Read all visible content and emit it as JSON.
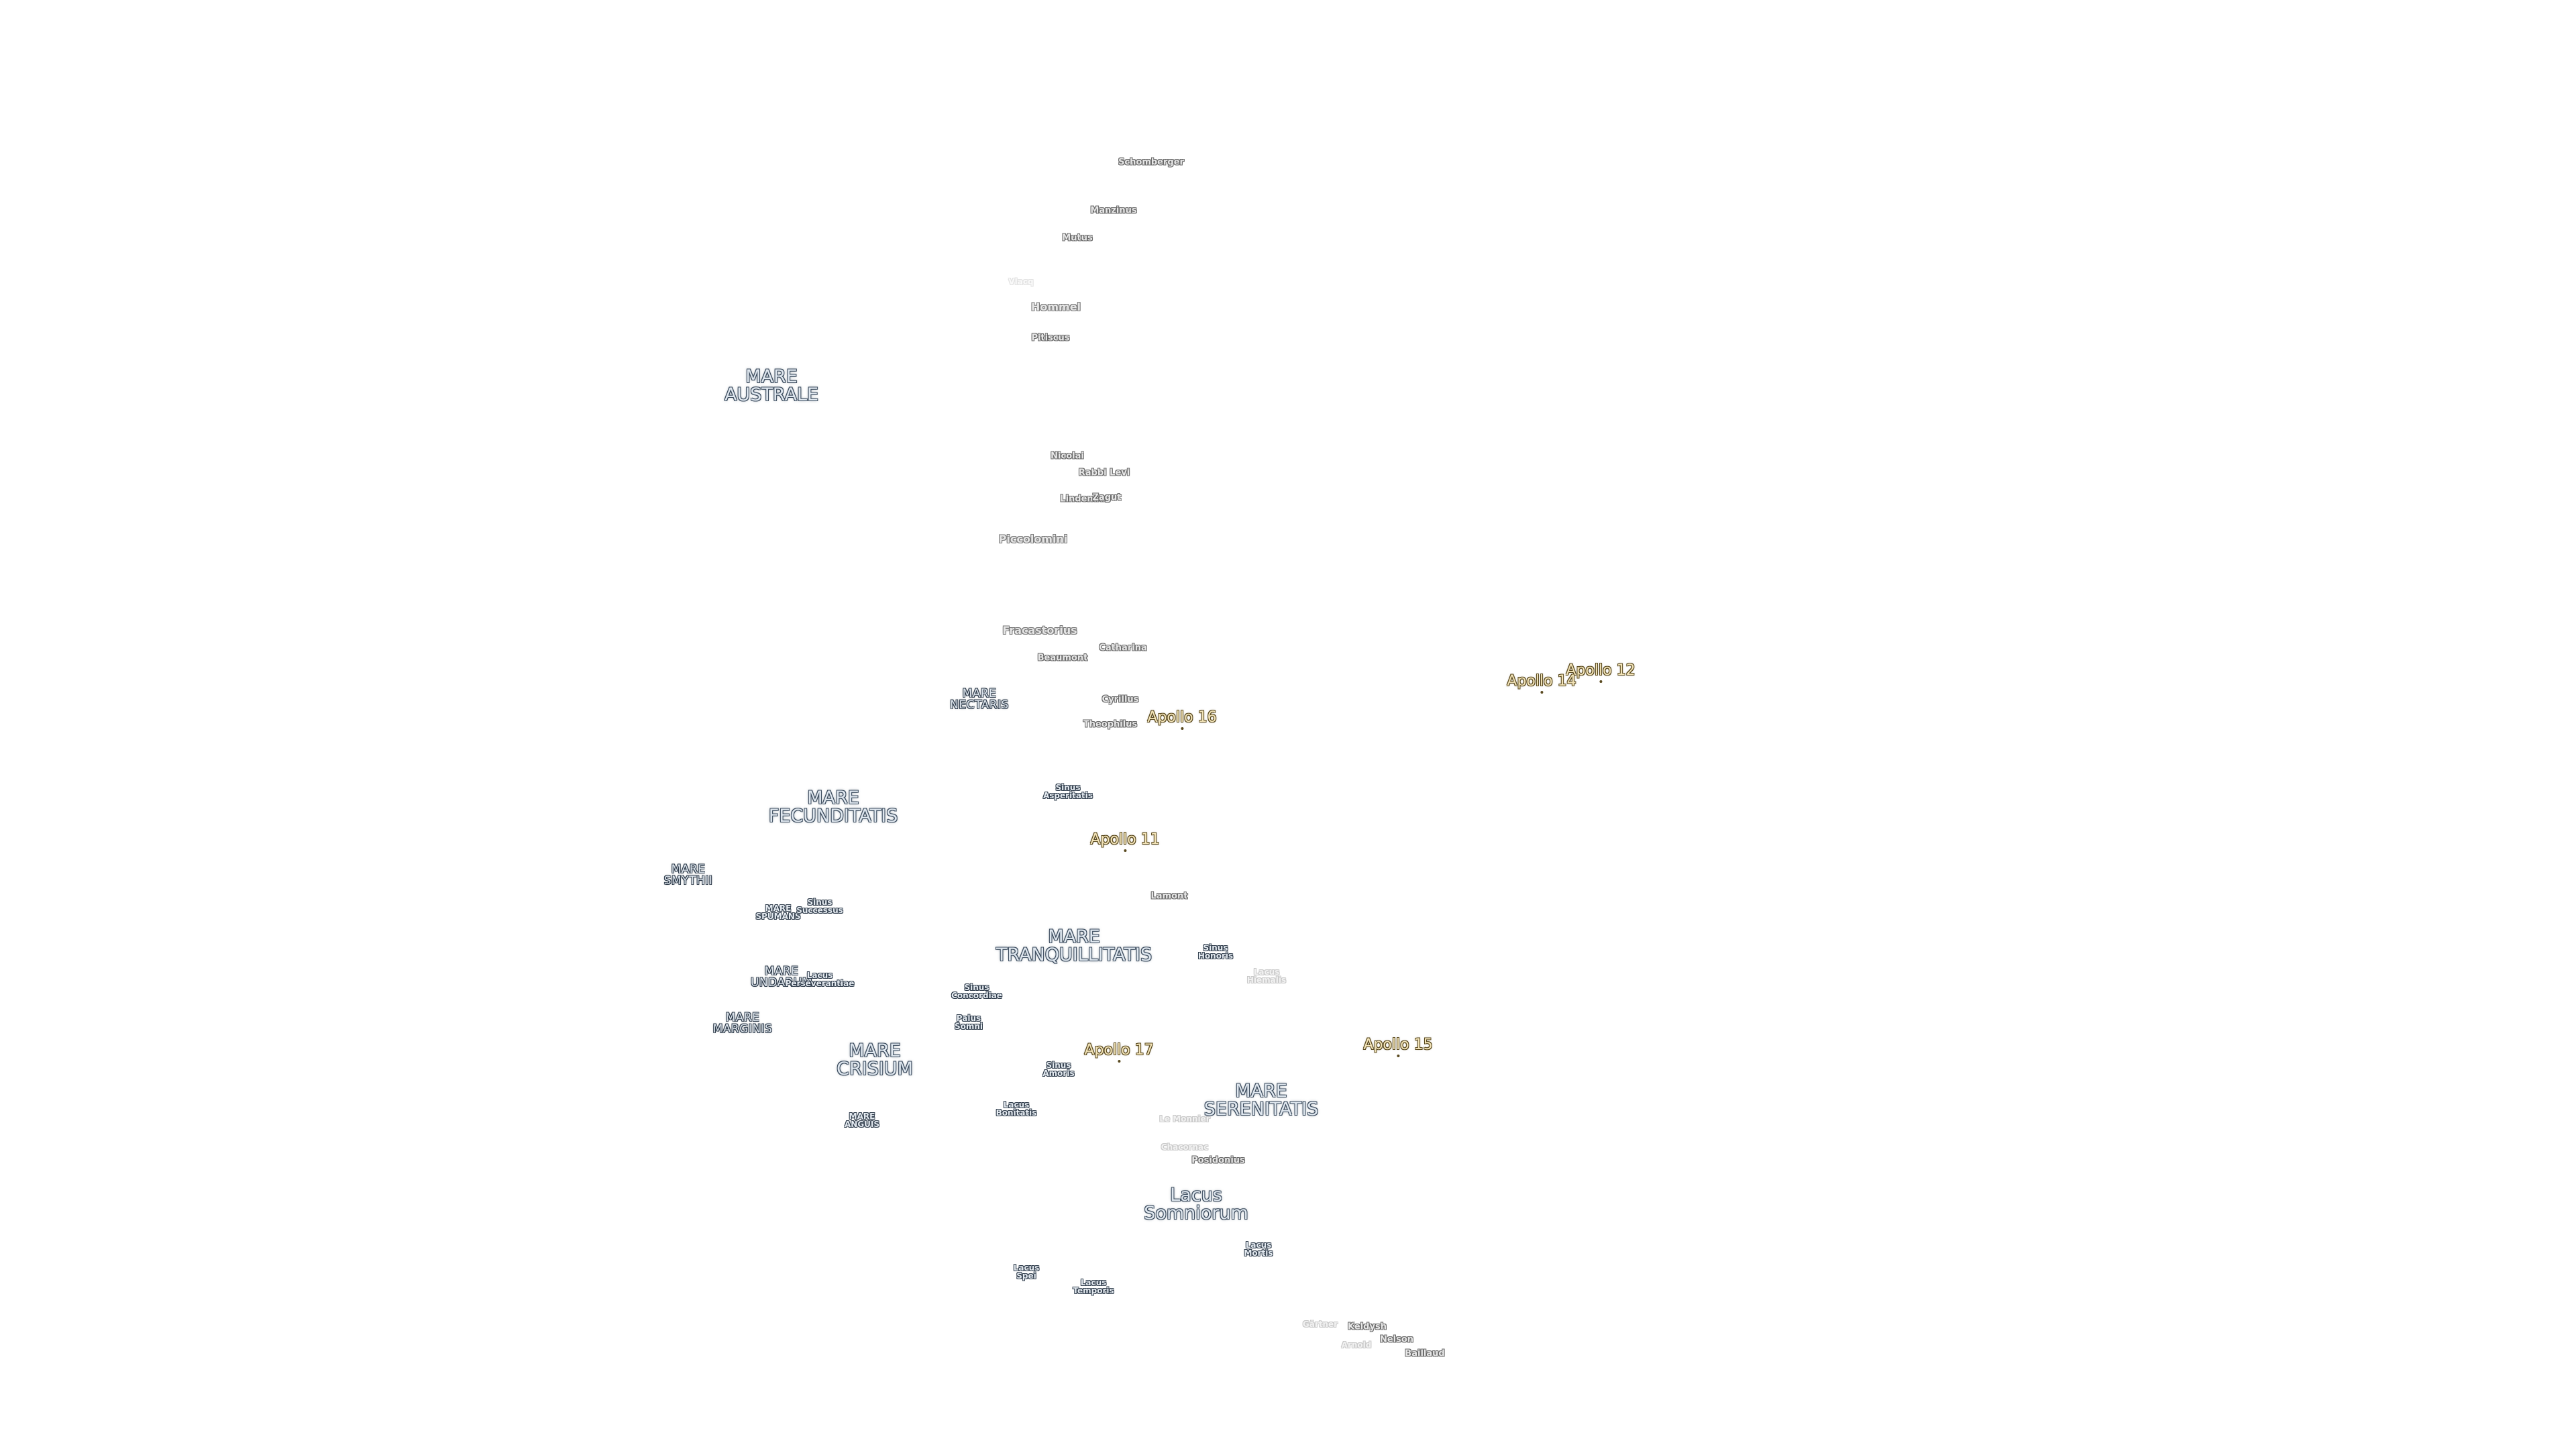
{
  "map": {
    "background": "#ffffff",
    "colors": {
      "sea_fill": "#dfe7ef",
      "sea_outline": "#3a4a5c",
      "crater_fill": "#e8e8e8",
      "crater_outline": "#666666",
      "apollo_fill": "#f3e4b8",
      "apollo_outline": "#5a4a20"
    },
    "labels": {
      "mare_australe": "MARE\nAUSTRALE",
      "mare_nectaris": "MARE\nNECTARIS",
      "mare_fecunditatis": "MARE\nFECUNDITATIS",
      "mare_smythii": "MARE\nSMYTHII",
      "mare_spumans": "MARE\nSPUMANS",
      "sinus_successus": "Sinus\nSuccessus",
      "mare_undarum": "MARE\nUNDARUM",
      "lacus_perseverantiae": "Lacus\nPerseverantiae",
      "mare_marginis": "MARE\nMARGINIS",
      "mare_crisium": "MARE\nCRISIUM",
      "mare_anguis": "MARE\nANGUIS",
      "mare_tranquillitatis": "MARE\nTRANQUILLITATIS",
      "mare_serenitatis": "MARE\nSERENITATIS",
      "lacus_somniorum": "Lacus\nSomniorum",
      "lacus_mortis": "Lacus\nMortis",
      "lacus_spei": "Lacus\nSpei",
      "lacus_temporis": "Lacus\nTemporis",
      "sinus_asperitatis": "Sinus\nAsperitatis",
      "sinus_concordiae": "Sinus\nConcordiae",
      "palus_somni": "Palus\nSomni",
      "sinus_amoris": "Sinus\nAmoris",
      "lacus_bonitatis": "Lacus\nBonitatis",
      "sinus_honoris": "Sinus\nHonoris",
      "lacus_hiemalis": "Lacus\nHiemalis",
      "schomberger": "Schomberger",
      "manzinus": "Manzinus",
      "mutus": "Mutus",
      "vlacq": "Vlacq",
      "hommel": "Hommel",
      "pitiscus": "Pitiscus",
      "nicolai": "Nicolai",
      "rabbi_levi": "Rabbi Levi",
      "lindenau": "Lindenau",
      "zagut": "Zagut",
      "piccolomini": "Piccolomini",
      "fracastorius": "Fracastorius",
      "catharina": "Catharina",
      "beaumont": "Beaumont",
      "cyrillus": "Cyrillus",
      "theophilus": "Theophilus",
      "lamont": "Lamont",
      "le_monnier": "Le Monnier",
      "chacornac": "Chacornac",
      "posidonius": "Posidonius",
      "gartner": "Gärtner",
      "keldysh": "Keldysh",
      "arnold": "Arnold",
      "nelson": "Nelson",
      "baillaud": "Baillaud",
      "apollo_11": "Apollo 11",
      "apollo_12": "Apollo 12",
      "apollo_14": "Apollo 14",
      "apollo_15": "Apollo 15",
      "apollo_16": "Apollo 16",
      "apollo_17": "Apollo 17"
    }
  }
}
